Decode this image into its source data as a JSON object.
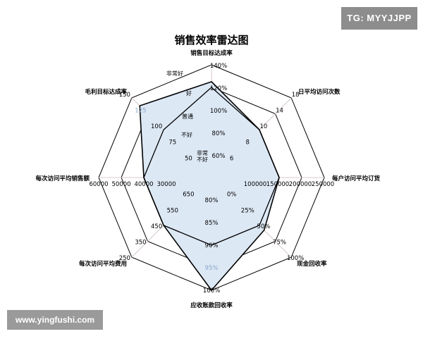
{
  "chart_data": {
    "type": "radar",
    "title": "销售效率雷达图",
    "axes": [
      {
        "label": "销售目标达成率",
        "ticks": [
          "60%",
          "80%",
          "100%",
          "120%",
          "140%"
        ],
        "blue_tick": null
      },
      {
        "label": "日平均访问次数",
        "ticks": [
          "6",
          "8",
          "10",
          "14",
          "18"
        ],
        "blue_tick": null
      },
      {
        "label": "每户访问平均订货",
        "ticks": [
          "100000",
          "150000",
          "200000",
          "250000"
        ],
        "blue_tick": null
      },
      {
        "label": "现金回收率",
        "ticks": [
          "0%",
          "25%",
          "50%",
          "75%",
          "100%"
        ],
        "blue_tick": null
      },
      {
        "label": "应收账款回收率",
        "ticks": [
          "80%",
          "85%",
          "90%",
          "95%",
          "100%"
        ],
        "blue_tick": 3
      },
      {
        "label": "每次访问平均费用",
        "ticks": [
          "650",
          "550",
          "450",
          "350",
          "250"
        ],
        "blue_tick": null
      },
      {
        "label": "每次访问平均销售额",
        "ticks": [
          "30000",
          "40000",
          "50000",
          "60000"
        ],
        "blue_tick": null
      },
      {
        "label": "毛利目标达成率",
        "ticks": [
          "50",
          "75",
          "100",
          "125",
          "150"
        ],
        "blue_tick": 3
      }
    ],
    "levels": [
      "非常好",
      "好",
      "普通",
      "不好",
      "非常不好"
    ],
    "standard": [
      0.8,
      0.6,
      0.6,
      0.6,
      0.6,
      0.6,
      0.6,
      0.6
    ],
    "actual": [
      0.85,
      0.6,
      0.6,
      0.66,
      1.0,
      0.6,
      0.6,
      0.9
    ],
    "colors": {
      "actual_fill": "#dde8f5",
      "grid": "#000000",
      "actual_line": "#000000"
    }
  },
  "watermarks": {
    "top": "TG: MYYJJPP",
    "bottom": "www.yingfushi.com"
  }
}
